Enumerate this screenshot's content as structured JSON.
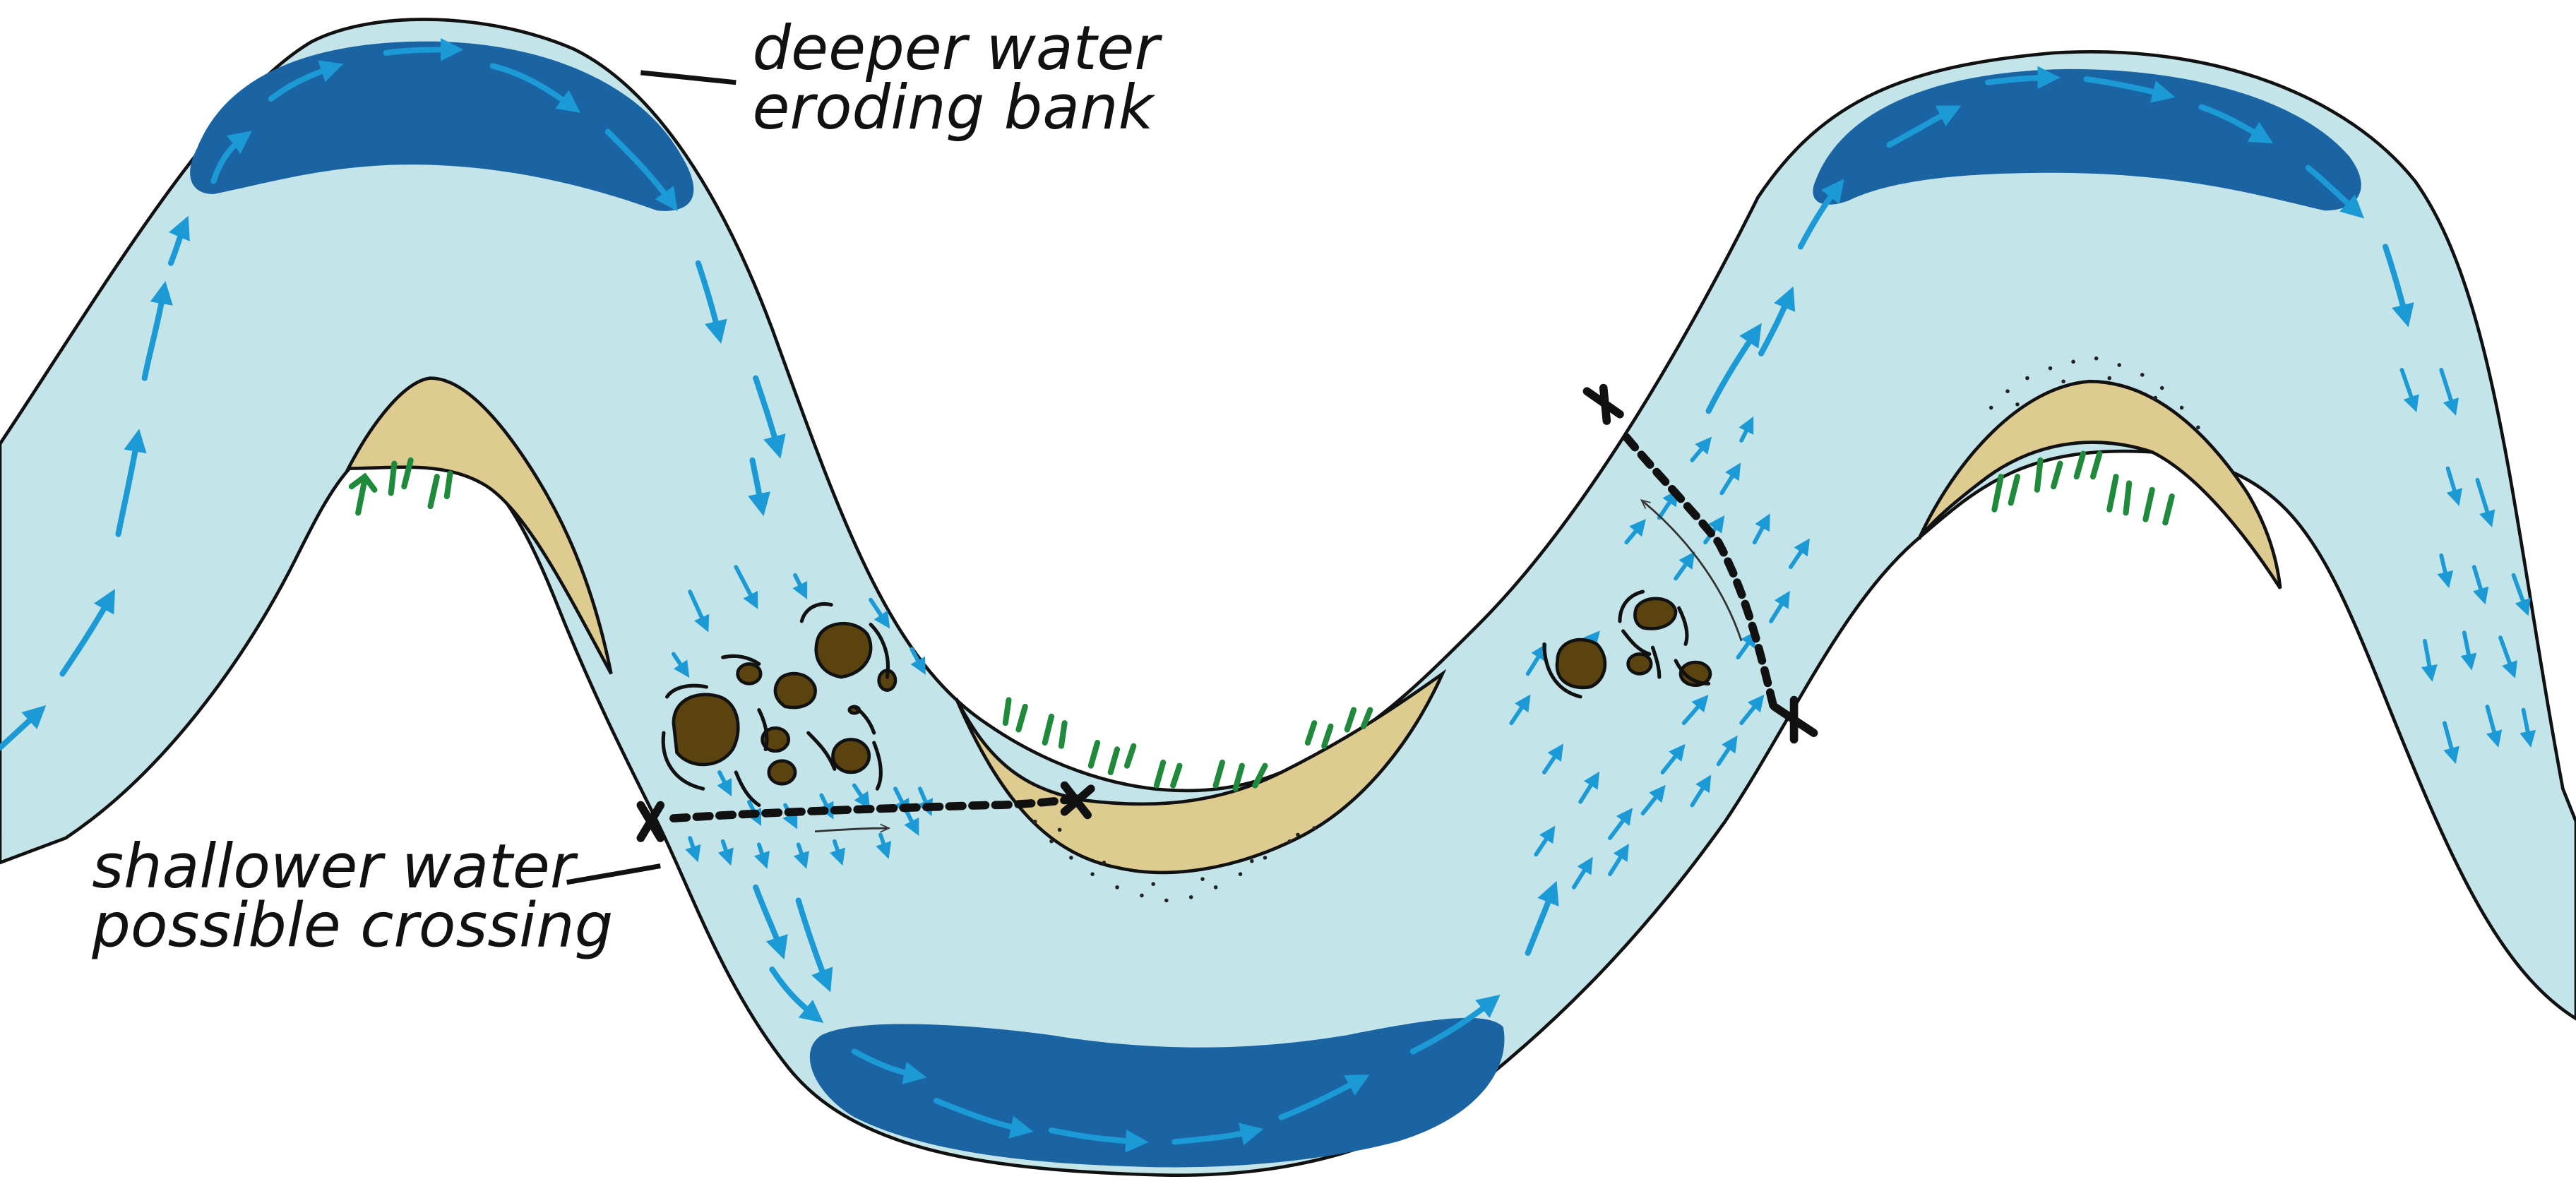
{
  "labels": {
    "deeper": {
      "line1": "deeper water",
      "line2": "eroding bank"
    },
    "shallower": {
      "line1": "shallower water",
      "line2": "possible crossing"
    }
  },
  "colors": {
    "shallow_water": "#c3e5ea",
    "deep_water": "#1b64a3",
    "flow_arrow": "#1b9ad6",
    "sand_bar": "#ddcb8f",
    "vegetation": "#1f8a3c",
    "rock": "#5b430f",
    "outline": "#111111"
  },
  "icons": {
    "flow": "flow-arrow-icon",
    "rock": "rock-icon",
    "grass": "grass-icon",
    "crossing_marker": "x-marker-icon"
  }
}
